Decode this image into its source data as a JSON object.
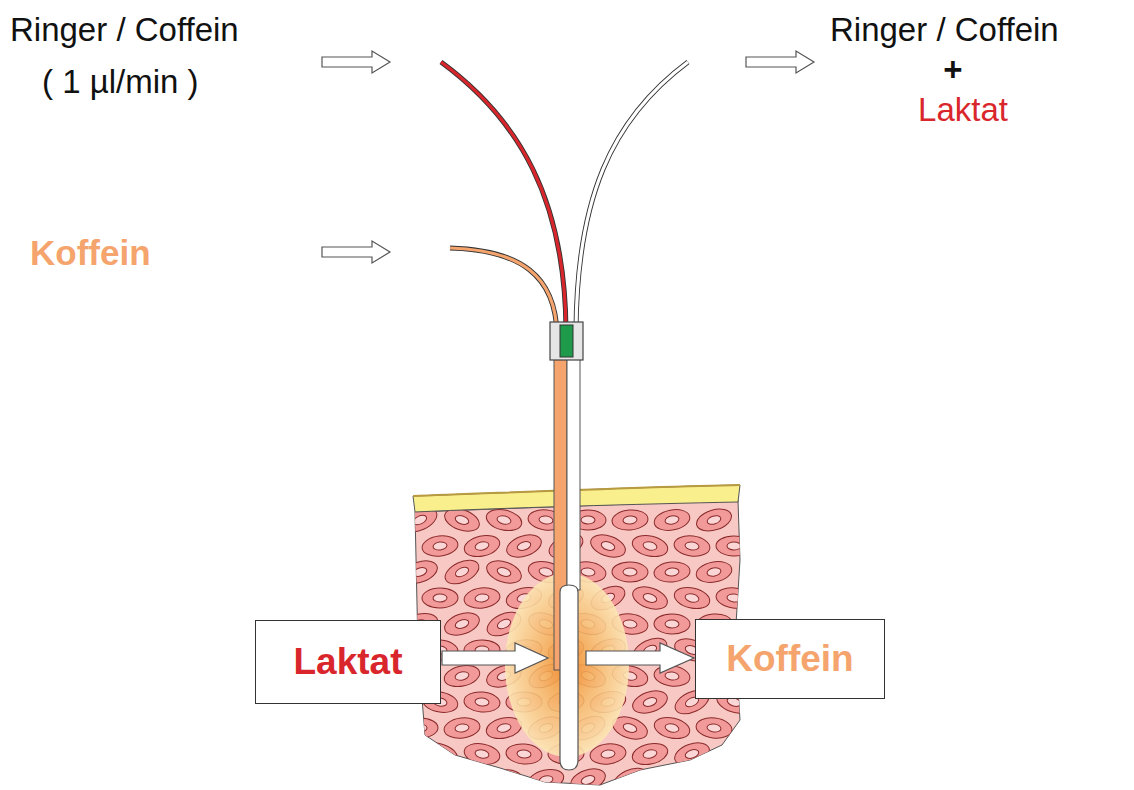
{
  "diagram": {
    "nodes": [
      {
        "text": [
          "Laktat"
        ]
      },
      {
        "text": [
          "Koffein"
        ]
      }
    ],
    "labels": [
      "Ringer / Coffein",
      "( 1 µl/min )",
      "Koffein",
      "Ringer / Coffein",
      "+",
      "Laktat"
    ]
  }
}
